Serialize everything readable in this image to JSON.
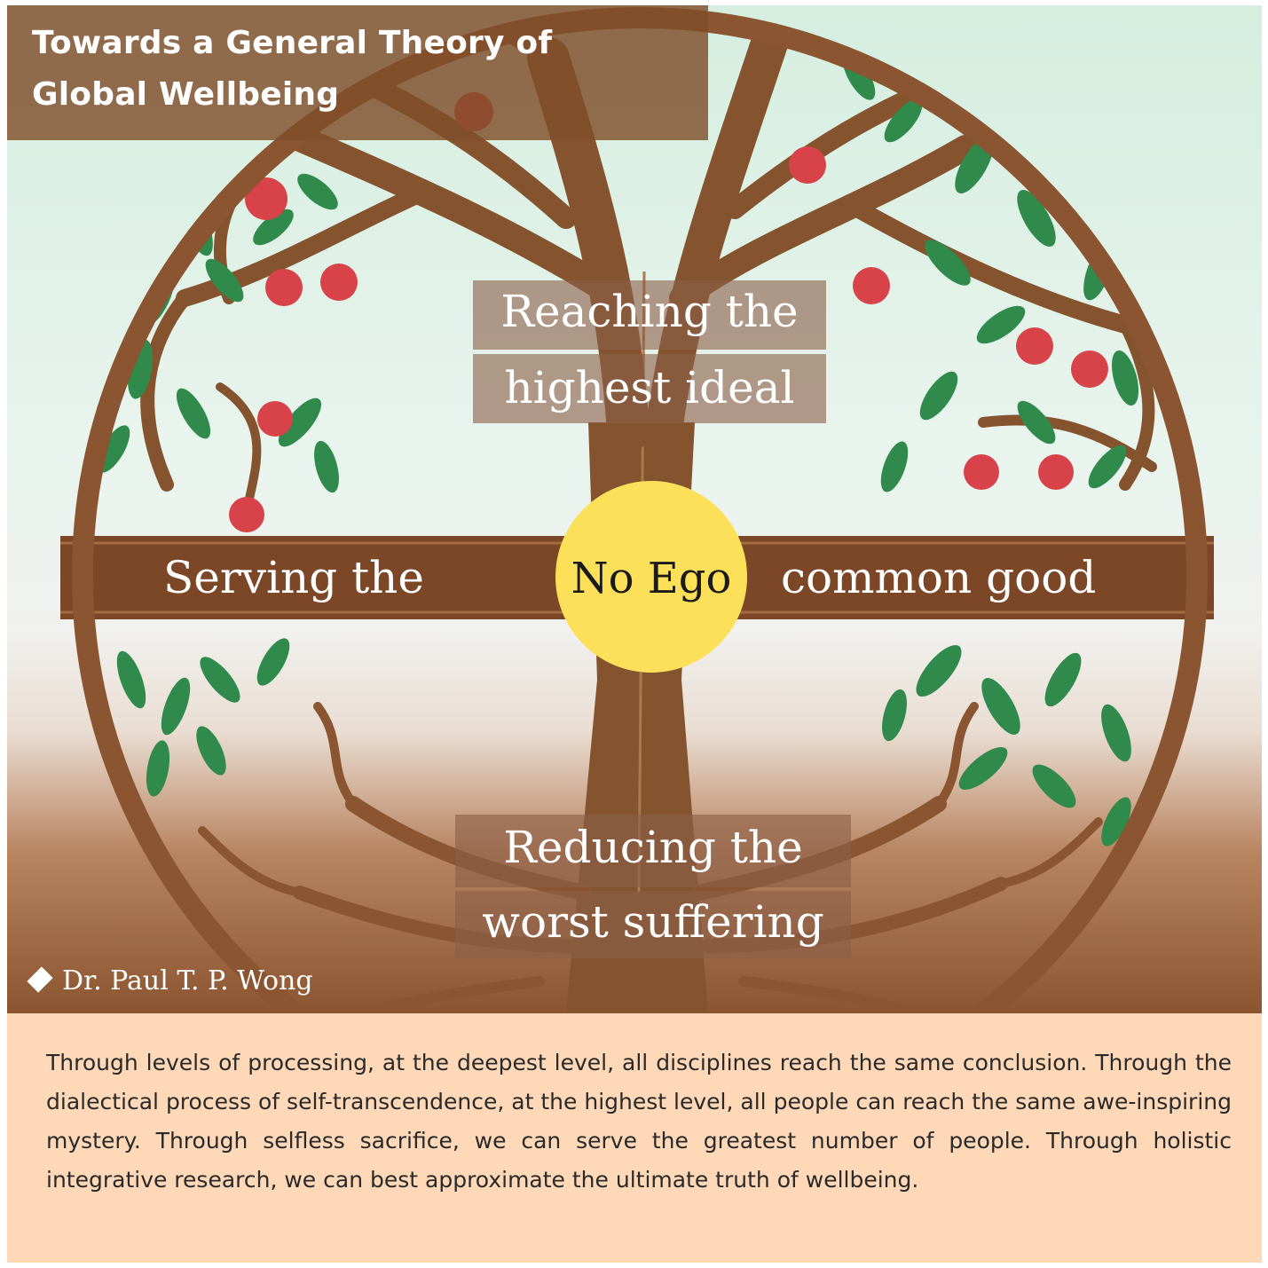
{
  "title": {
    "line1": "Towards a General Theory of",
    "line2": "Global Wellbeing"
  },
  "labels": {
    "top_line1": "Reaching the",
    "top_line2": "highest ideal",
    "left": "Serving the",
    "center": "No Ego",
    "right": "common good",
    "bottom_line1": "Reducing the",
    "bottom_line2": "worst suffering"
  },
  "author": "Dr. Paul T. P. Wong",
  "caption": "Through levels of processing, at the deepest level, all disciplines reach the same conclusion. Through the dialectical process of self-transcendence, at the highest level, all people can reach the same awe-inspiring mystery. Through selfless sacrifice, we can serve the greatest number of people. Through holistic integrative research, we can best approximate the ultimate truth of wellbeing.",
  "colors": {
    "sky_top": "#d5eee0",
    "ground": "#8a5530",
    "trunk": "#85542e",
    "leaf": "#2f8a4c",
    "apple": "#d8434a",
    "center_circle": "#fde05a",
    "caption_bg": "#ffd8b8"
  }
}
